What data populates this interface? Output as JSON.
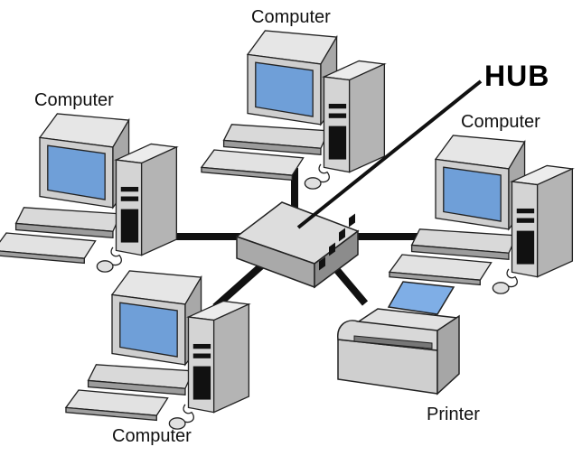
{
  "diagram": {
    "labels": {
      "computer_top": "Computer",
      "computer_left": "Computer",
      "computer_right": "Computer",
      "computer_bottom": "Computer",
      "printer": "Printer",
      "hub": "HUB"
    },
    "colors": {
      "screen": "#6f9fd8",
      "case_light": "#dcdcdc",
      "case_mid": "#bdbdbd",
      "case_dark": "#8e8e8e",
      "outline": "#222222",
      "cable": "#111111",
      "paper": "#7faee6"
    }
  }
}
